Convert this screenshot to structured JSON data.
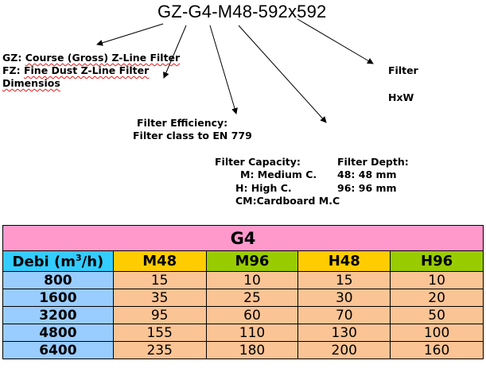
{
  "header": {
    "code": "GZ-G4-M48-592x592"
  },
  "annotations": {
    "gz_prefix": "GZ:",
    "gz_text": "Course (Gross) Z-Line Filter",
    "fz_prefix": "FZ:",
    "fz_text": "Fine Dust Z-Line Filter",
    "dimensios": "Dimensios",
    "efficiency_title": "Filter Efficiency:",
    "efficiency_text": "Filter class to EN 779",
    "capacity_title": "Filter Capacity:",
    "capacity_items": [
      "M: Medium C.",
      "H: High C.",
      "CM:Cardboard M.C"
    ],
    "depth_title": "Filter Depth:",
    "depth_items": [
      "48: 48 mm",
      "96: 96 mm"
    ],
    "filter_label": "Filter",
    "hxw_label": "HxW"
  },
  "table": {
    "title": "G4",
    "row_header_label": "Debi (m",
    "row_header_sup": "3",
    "row_header_suffix": "/h)",
    "columns": [
      "M48",
      "M96",
      "H48",
      "H96"
    ],
    "column_colors": [
      "#ffcc00",
      "#99cc00",
      "#ffcc00",
      "#99cc00"
    ],
    "rows": [
      {
        "debi": "800",
        "values": [
          "15",
          "10",
          "15",
          "10"
        ]
      },
      {
        "debi": "1600",
        "values": [
          "35",
          "25",
          "30",
          "20"
        ]
      },
      {
        "debi": "3200",
        "values": [
          "95",
          "60",
          "70",
          "50"
        ]
      },
      {
        "debi": "4800",
        "values": [
          "155",
          "110",
          "130",
          "100"
        ]
      },
      {
        "debi": "6400",
        "values": [
          "235",
          "180",
          "200",
          "160"
        ]
      }
    ]
  }
}
